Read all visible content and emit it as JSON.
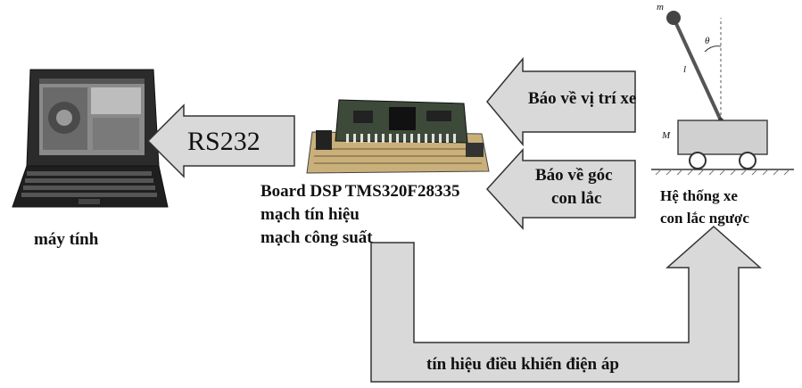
{
  "labels": {
    "rs232": "RS232",
    "may_tinh": "máy tính",
    "board_line1": "Board DSP TMS320F28335",
    "board_line2": "mạch tín hiệu",
    "board_line3": "mạch công suất",
    "bao_ve_vi_tri": "Báo về vị trí xe",
    "bao_ve_goc_1": "Báo về góc",
    "bao_ve_goc_2": "con lắc",
    "he_thong_1": "Hệ thống xe",
    "he_thong_2": "con lắc ngược",
    "tin_hieu": "tín hiệu điều khiển điện áp",
    "pend_m": "m",
    "pend_theta": "θ",
    "pend_l": "l",
    "pend_M": "M"
  },
  "colors": {
    "arrow_fill": "#d9d9d9",
    "arrow_stroke": "#333333",
    "laptop_body": "#2a2a2a",
    "board_green": "#3d4a3a"
  },
  "icons": [
    "laptop-icon",
    "dsp-board-icon",
    "inverted-pendulum-cart-icon"
  ]
}
